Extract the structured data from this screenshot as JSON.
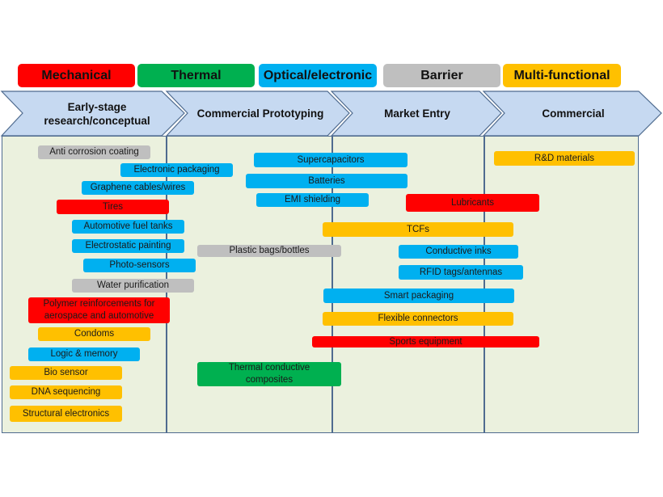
{
  "legend": [
    {
      "label": "Mechanical",
      "color": "#ff0000"
    },
    {
      "label": "Thermal",
      "color": "#00b050"
    },
    {
      "label": "Optical/electronic",
      "color": "#00b0f0"
    },
    {
      "label": "Barrier",
      "color": "#bfbfbf"
    },
    {
      "label": "Multi-functional",
      "color": "#ffc000"
    }
  ],
  "stages": [
    "Early-stage research/conceptual",
    "Commercial Prototyping",
    "Market Entry",
    "Commercial"
  ],
  "applications": [
    {
      "label": "Anti corrosion coating",
      "category": "Barrier"
    },
    {
      "label": "Electronic packaging",
      "category": "Optical/electronic"
    },
    {
      "label": "Graphene cables/wires",
      "category": "Optical/electronic"
    },
    {
      "label": "Tires",
      "category": "Mechanical"
    },
    {
      "label": "Automotive fuel tanks",
      "category": "Optical/electronic"
    },
    {
      "label": "Electrostatic painting",
      "category": "Optical/electronic"
    },
    {
      "label": "Photo-sensors",
      "category": "Optical/electronic"
    },
    {
      "label": "Water purification",
      "category": "Barrier"
    },
    {
      "label": "Polymer reinforcements for aerospace and automotive",
      "category": "Mechanical"
    },
    {
      "label": "Condoms",
      "category": "Multi-functional"
    },
    {
      "label": "Logic & memory",
      "category": "Optical/electronic"
    },
    {
      "label": "Bio sensor",
      "category": "Multi-functional"
    },
    {
      "label": "DNA sequencing",
      "category": "Multi-functional"
    },
    {
      "label": "Structural electronics",
      "category": "Multi-functional"
    },
    {
      "label": "Supercapacitors",
      "category": "Optical/electronic"
    },
    {
      "label": "Batteries",
      "category": "Optical/electronic"
    },
    {
      "label": "EMI shielding",
      "category": "Optical/electronic"
    },
    {
      "label": "Plastic bags/bottles",
      "category": "Barrier"
    },
    {
      "label": "Lubricants",
      "category": "Mechanical"
    },
    {
      "label": "TCFs",
      "category": "Multi-functional"
    },
    {
      "label": "Conductive inks",
      "category": "Optical/electronic"
    },
    {
      "label": "RFID tags/antennas",
      "category": "Optical/electronic"
    },
    {
      "label": "Smart packaging",
      "category": "Optical/electronic"
    },
    {
      "label": "Flexible connectors",
      "category": "Multi-functional"
    },
    {
      "label": "Sports equipment",
      "category": "Mechanical"
    },
    {
      "label": "Thermal conductive composites",
      "category": "Thermal"
    },
    {
      "label": "R&D materials",
      "category": "Multi-functional"
    }
  ]
}
